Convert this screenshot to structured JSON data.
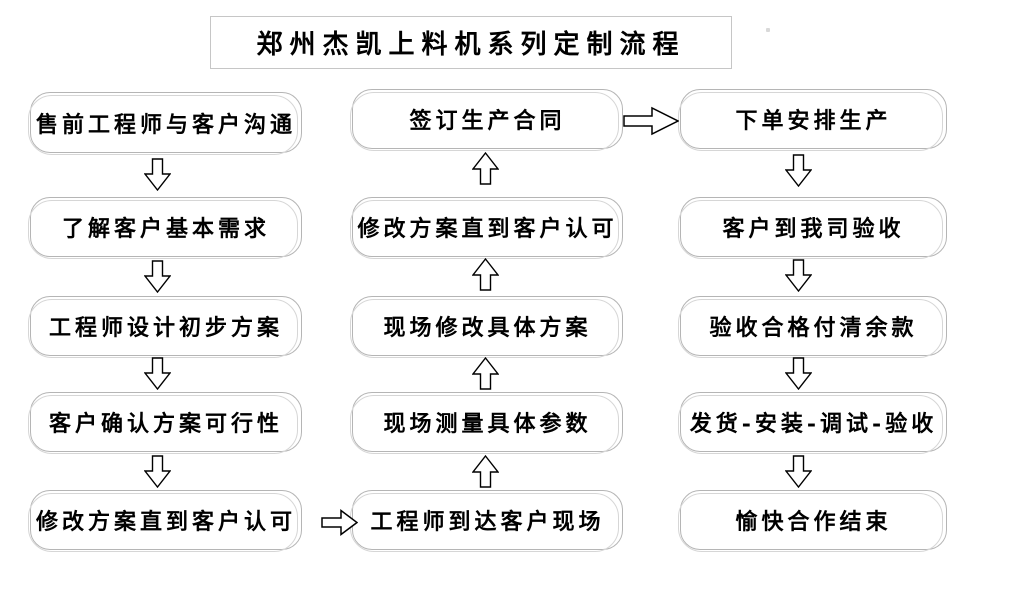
{
  "title": {
    "text": "郑州杰凯上料机系列定制流程"
  },
  "flow": {
    "left": [
      "售前工程师与客户沟通",
      "了解客户基本需求",
      "工程师设计初步方案",
      "客户确认方案可行性",
      "修改方案直到客户认可"
    ],
    "middle": [
      "签订生产合同",
      "修改方案直到客户认可",
      "现场修改具体方案",
      "现场测量具体参数",
      "工程师到达客户现场"
    ],
    "right": [
      "下单安排生产",
      "客户到我司验收",
      "验收合格付清余款",
      "发货-安装-调试-验收",
      "愉快合作结束"
    ]
  },
  "icons": {
    "down_arrow": "arrow-down-icon",
    "up_arrow": "arrow-up-icon",
    "right_arrow": "arrow-right-icon"
  },
  "colors": {
    "background": "#ffffff",
    "box_border": "#b5b5b5",
    "title_border": "#c6c6c6",
    "arrow_outline": "#000000",
    "arrow_fill": "#ffffff",
    "text": "#000000"
  }
}
